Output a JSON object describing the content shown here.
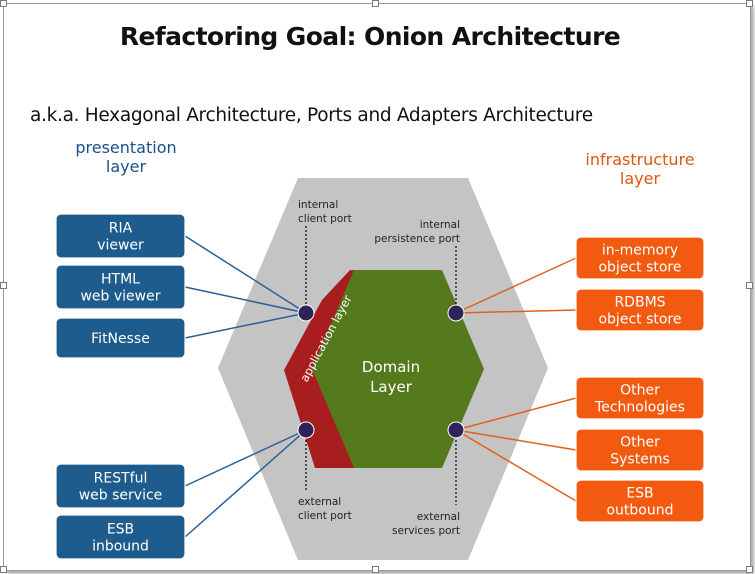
{
  "title": "Refactoring Goal: Onion Architecture",
  "subtitle": "a.k.a. Hexagonal Architecture, Ports and Adapters Architecture",
  "colors": {
    "outer_hexagon": "#c4c4c4",
    "domain": "#557a1e",
    "application_layer": "#a81e1e",
    "presentation_box": "#1d5c8c",
    "presentation_title": "#1a4f8a",
    "infrastructure_box": "#f25a10",
    "infrastructure_title": "#e0560e",
    "port": "#2e2459",
    "blue_line": "#2c5f93",
    "orange_line": "#e0621a"
  },
  "presentation_title": [
    "presentation",
    "layer"
  ],
  "infrastructure_title": [
    "infrastructure",
    "layer"
  ],
  "domain_label": [
    "Domain",
    "Layer"
  ],
  "application_label": "application layer",
  "ports": {
    "internal_client": [
      "internal",
      "client port"
    ],
    "internal_persistence": [
      "internal",
      "persistence port"
    ],
    "external_client": [
      "external",
      "client port"
    ],
    "external_services": [
      "external",
      "services port"
    ]
  },
  "presentation_boxes": [
    {
      "label": [
        "RIA",
        "viewer"
      ]
    },
    {
      "label": [
        "HTML",
        "web viewer"
      ]
    },
    {
      "label": [
        "FitNesse"
      ]
    },
    {
      "label": [
        "RESTful",
        "web service"
      ]
    },
    {
      "label": [
        "ESB",
        "inbound"
      ]
    }
  ],
  "infrastructure_boxes": [
    {
      "label": [
        "in-memory",
        "object store"
      ]
    },
    {
      "label": [
        "RDBMS",
        "object store"
      ]
    },
    {
      "label": [
        "Other",
        "Technologies"
      ]
    },
    {
      "label": [
        "Other",
        "Systems"
      ]
    },
    {
      "label": [
        "ESB",
        "outbound"
      ]
    }
  ]
}
